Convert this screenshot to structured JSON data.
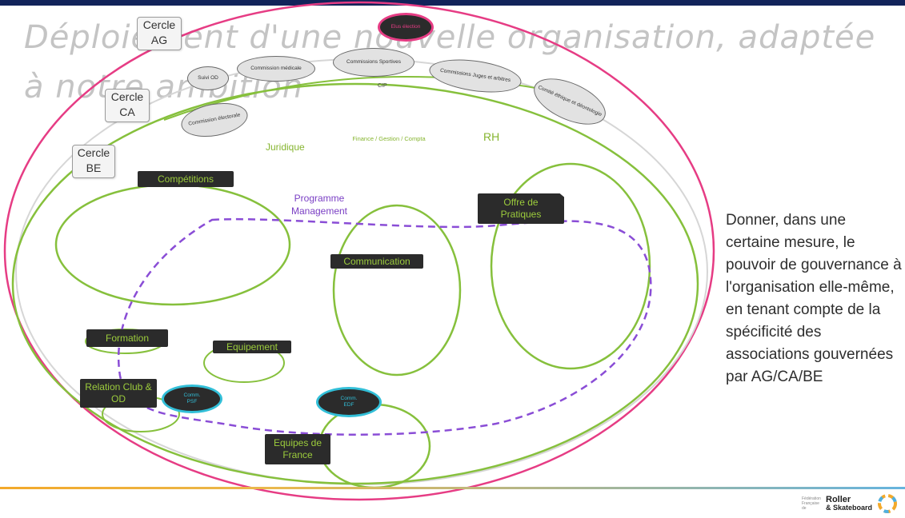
{
  "header": {
    "title": "Déploiement d'une nouvelle organisation, adaptée à notre ambition"
  },
  "circles": {
    "ag": "Cercle AG",
    "ca": "Cercle CA",
    "be": "Cercle BE"
  },
  "commissions": {
    "elus": "Elus élection",
    "suivi_od": "Suivi OD",
    "medicale": "Commission médicale",
    "sportives": "Commissions Sportives",
    "juges": "Commissions Juges et arbitres",
    "ethique": "Comité éthique et déontologie",
    "electorale": "Commission électorale",
    "cip": "CIP"
  },
  "functions": {
    "juridique": "Juridique",
    "finance": "Finance / Gestion / Compta",
    "rh": "RH",
    "programme": "Programme Management"
  },
  "poles": {
    "competitions": "Compétitions",
    "offre": "Offre de Pratiques",
    "communication": "Communication",
    "formation": "Formation",
    "equipement": "Equipement",
    "relation": "Relation Club & OD",
    "equipes": "Equipes de France",
    "comm_psf": "Comm. PSF",
    "comm_edf": "Comm. EDF"
  },
  "description": "Donner, dans une certaine mesure, le pouvoir de gouvernance à l'organisation elle-même, en tenant compte de la spécificité des associations gouvernées par AG/CA/BE",
  "logo": {
    "brand_line1": "Roller",
    "brand_line2": "& Skateboard",
    "small_text": "Fédération Française de"
  },
  "colors": {
    "ag_ring": "#e63c84",
    "ca_ring": "#d9d9d9",
    "be_ring": "#86c03c",
    "program_dash": "#8a4dd6",
    "teal": "#32bfd8",
    "topbar": "#12235a"
  }
}
